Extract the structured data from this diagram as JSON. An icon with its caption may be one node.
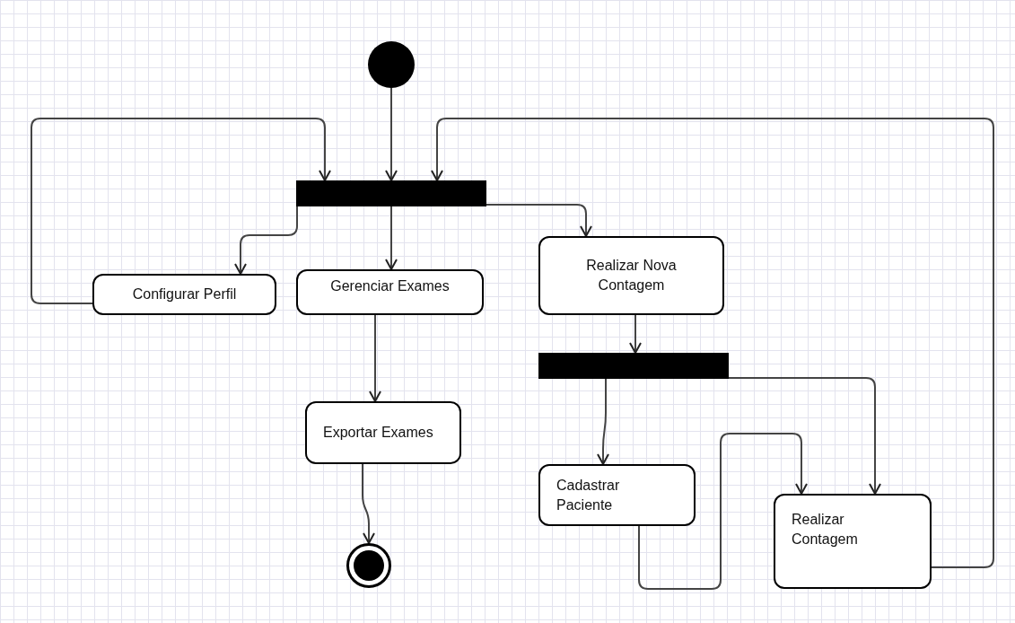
{
  "diagram": {
    "nodes": [
      {
        "text": [],
        "shape": "circle"
      },
      {
        "text": [],
        "shape": "bar"
      },
      {
        "text": [
          "Configurar Perfil"
        ]
      },
      {
        "text": [
          "Gerenciar Exames"
        ]
      },
      {
        "text": [
          "Realizar Nova Contagem"
        ]
      },
      {
        "text": [],
        "shape": "bar"
      },
      {
        "text": [
          "Exportar Exames"
        ]
      },
      {
        "text": [
          "Cadastrar Paciente"
        ]
      },
      {
        "text": [
          "Realizar Contagem"
        ]
      },
      {
        "text": [],
        "shape": "circle"
      }
    ],
    "edges": [
      {
        "from": 0,
        "to": 1,
        "arrow": "to"
      },
      {
        "from": 2,
        "to": 1,
        "arrow": "to"
      },
      {
        "from": 1,
        "to": 2,
        "arrow": "to"
      },
      {
        "from": 1,
        "to": 3,
        "arrow": "to"
      },
      {
        "from": 1,
        "to": 4,
        "arrow": "to"
      },
      {
        "from": 4,
        "to": 5,
        "arrow": "to"
      },
      {
        "from": 3,
        "to": 6,
        "arrow": "to"
      },
      {
        "from": 5,
        "to": 7,
        "arrow": "to"
      },
      {
        "from": 5,
        "to": 8,
        "arrow": "to"
      },
      {
        "from": 7,
        "to": 8,
        "arrow": "to"
      },
      {
        "from": 8,
        "to": 1,
        "arrow": "to"
      },
      {
        "from": 6,
        "to": 9,
        "arrow": "to"
      }
    ]
  }
}
